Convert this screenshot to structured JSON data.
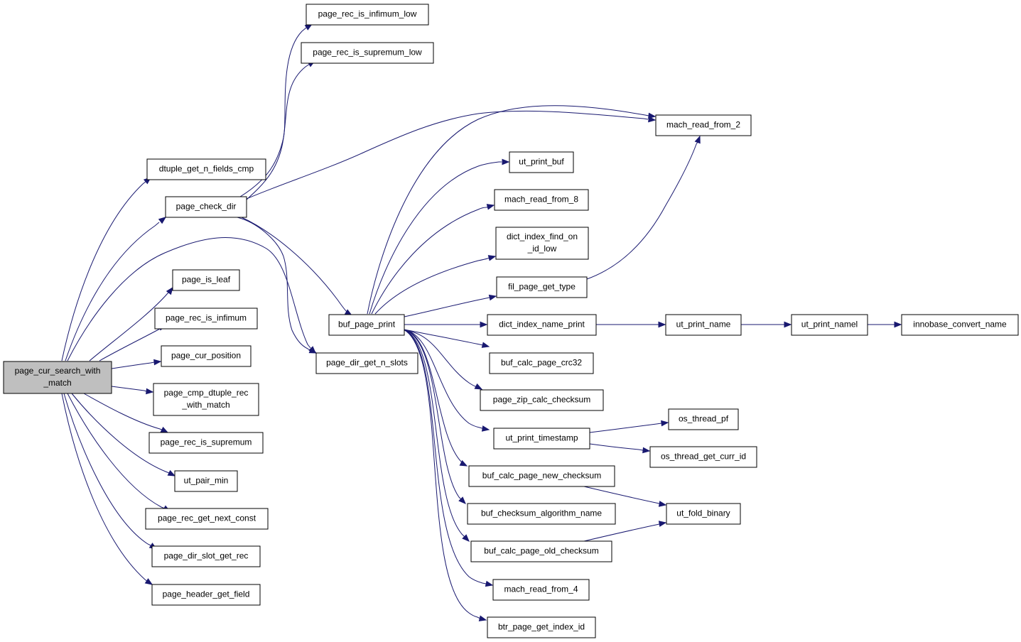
{
  "diagram": {
    "type": "call-graph",
    "root": "page_cur_search_with_match",
    "nodes": [
      {
        "id": "page_cur_search_with_match",
        "lines": [
          "page_cur_search_with",
          "_match"
        ],
        "root": true
      },
      {
        "id": "dtuple_get_n_fields_cmp",
        "lines": [
          "dtuple_get_n_fields_cmp"
        ]
      },
      {
        "id": "page_check_dir",
        "lines": [
          "page_check_dir"
        ]
      },
      {
        "id": "page_is_leaf",
        "lines": [
          "page_is_leaf"
        ]
      },
      {
        "id": "page_rec_is_infimum",
        "lines": [
          "page_rec_is_infimum"
        ]
      },
      {
        "id": "page_cur_position",
        "lines": [
          "page_cur_position"
        ]
      },
      {
        "id": "page_cmp_dtuple_rec_with_match",
        "lines": [
          "page_cmp_dtuple_rec",
          "_with_match"
        ]
      },
      {
        "id": "page_rec_is_supremum",
        "lines": [
          "page_rec_is_supremum"
        ]
      },
      {
        "id": "ut_pair_min",
        "lines": [
          "ut_pair_min"
        ]
      },
      {
        "id": "page_rec_get_next_const",
        "lines": [
          "page_rec_get_next_const"
        ]
      },
      {
        "id": "page_dir_slot_get_rec",
        "lines": [
          "page_dir_slot_get_rec"
        ]
      },
      {
        "id": "page_header_get_field",
        "lines": [
          "page_header_get_field"
        ]
      },
      {
        "id": "page_rec_is_infimum_low",
        "lines": [
          "page_rec_is_infimum_low"
        ]
      },
      {
        "id": "page_rec_is_supremum_low",
        "lines": [
          "page_rec_is_supremum_low"
        ]
      },
      {
        "id": "buf_page_print",
        "lines": [
          "buf_page_print"
        ]
      },
      {
        "id": "page_dir_get_n_slots",
        "lines": [
          "page_dir_get_n_slots"
        ]
      },
      {
        "id": "mach_read_from_2",
        "lines": [
          "mach_read_from_2"
        ]
      },
      {
        "id": "ut_print_buf",
        "lines": [
          "ut_print_buf"
        ]
      },
      {
        "id": "mach_read_from_8",
        "lines": [
          "mach_read_from_8"
        ]
      },
      {
        "id": "dict_index_find_on_id_low",
        "lines": [
          "dict_index_find_on",
          "_id_low"
        ]
      },
      {
        "id": "fil_page_get_type",
        "lines": [
          "fil_page_get_type"
        ]
      },
      {
        "id": "dict_index_name_print",
        "lines": [
          "dict_index_name_print"
        ]
      },
      {
        "id": "buf_calc_page_crc32",
        "lines": [
          "buf_calc_page_crc32"
        ]
      },
      {
        "id": "page_zip_calc_checksum",
        "lines": [
          "page_zip_calc_checksum"
        ]
      },
      {
        "id": "ut_print_timestamp",
        "lines": [
          "ut_print_timestamp"
        ]
      },
      {
        "id": "buf_calc_page_new_checksum",
        "lines": [
          "buf_calc_page_new_checksum"
        ]
      },
      {
        "id": "buf_checksum_algorithm_name",
        "lines": [
          "buf_checksum_algorithm_name"
        ]
      },
      {
        "id": "buf_calc_page_old_checksum",
        "lines": [
          "buf_calc_page_old_checksum"
        ]
      },
      {
        "id": "mach_read_from_4",
        "lines": [
          "mach_read_from_4"
        ]
      },
      {
        "id": "btr_page_get_index_id",
        "lines": [
          "btr_page_get_index_id"
        ]
      },
      {
        "id": "ut_print_name",
        "lines": [
          "ut_print_name"
        ]
      },
      {
        "id": "ut_print_namel",
        "lines": [
          "ut_print_namel"
        ]
      },
      {
        "id": "innobase_convert_name",
        "lines": [
          "innobase_convert_name"
        ]
      },
      {
        "id": "os_thread_pf",
        "lines": [
          "os_thread_pf"
        ]
      },
      {
        "id": "os_thread_get_curr_id",
        "lines": [
          "os_thread_get_curr_id"
        ]
      },
      {
        "id": "ut_fold_binary",
        "lines": [
          "ut_fold_binary"
        ]
      }
    ],
    "edges": [
      {
        "from": "page_cur_search_with_match",
        "to": "dtuple_get_n_fields_cmp"
      },
      {
        "from": "page_cur_search_with_match",
        "to": "page_check_dir"
      },
      {
        "from": "page_cur_search_with_match",
        "to": "page_dir_get_n_slots"
      },
      {
        "from": "page_cur_search_with_match",
        "to": "page_is_leaf"
      },
      {
        "from": "page_cur_search_with_match",
        "to": "page_rec_is_infimum"
      },
      {
        "from": "page_cur_search_with_match",
        "to": "page_cur_position"
      },
      {
        "from": "page_cur_search_with_match",
        "to": "page_cmp_dtuple_rec_with_match"
      },
      {
        "from": "page_cur_search_with_match",
        "to": "page_rec_is_supremum"
      },
      {
        "from": "page_cur_search_with_match",
        "to": "ut_pair_min"
      },
      {
        "from": "page_cur_search_with_match",
        "to": "page_rec_get_next_const"
      },
      {
        "from": "page_cur_search_with_match",
        "to": "page_dir_slot_get_rec"
      },
      {
        "from": "page_cur_search_with_match",
        "to": "page_header_get_field"
      },
      {
        "from": "page_check_dir",
        "to": "page_rec_is_infimum_low"
      },
      {
        "from": "page_check_dir",
        "to": "page_rec_is_supremum_low"
      },
      {
        "from": "page_check_dir",
        "to": "mach_read_from_2"
      },
      {
        "from": "page_check_dir",
        "to": "buf_page_print"
      },
      {
        "from": "page_check_dir",
        "to": "page_dir_get_n_slots"
      },
      {
        "from": "buf_page_print",
        "to": "mach_read_from_2"
      },
      {
        "from": "buf_page_print",
        "to": "ut_print_buf"
      },
      {
        "from": "buf_page_print",
        "to": "mach_read_from_8"
      },
      {
        "from": "buf_page_print",
        "to": "dict_index_find_on_id_low"
      },
      {
        "from": "buf_page_print",
        "to": "fil_page_get_type"
      },
      {
        "from": "buf_page_print",
        "to": "dict_index_name_print"
      },
      {
        "from": "buf_page_print",
        "to": "buf_calc_page_crc32"
      },
      {
        "from": "buf_page_print",
        "to": "page_zip_calc_checksum"
      },
      {
        "from": "buf_page_print",
        "to": "ut_print_timestamp"
      },
      {
        "from": "buf_page_print",
        "to": "buf_calc_page_new_checksum"
      },
      {
        "from": "buf_page_print",
        "to": "buf_checksum_algorithm_name"
      },
      {
        "from": "buf_page_print",
        "to": "buf_calc_page_old_checksum"
      },
      {
        "from": "buf_page_print",
        "to": "mach_read_from_4"
      },
      {
        "from": "buf_page_print",
        "to": "btr_page_get_index_id"
      },
      {
        "from": "fil_page_get_type",
        "to": "mach_read_from_2"
      },
      {
        "from": "dict_index_name_print",
        "to": "ut_print_name"
      },
      {
        "from": "ut_print_name",
        "to": "ut_print_namel"
      },
      {
        "from": "ut_print_namel",
        "to": "innobase_convert_name"
      },
      {
        "from": "ut_print_timestamp",
        "to": "os_thread_pf"
      },
      {
        "from": "ut_print_timestamp",
        "to": "os_thread_get_curr_id"
      },
      {
        "from": "buf_calc_page_new_checksum",
        "to": "ut_fold_binary"
      },
      {
        "from": "buf_calc_page_old_checksum",
        "to": "ut_fold_binary"
      }
    ]
  },
  "colors": {
    "edge": "#191970",
    "root_fill": "#bfbfbf",
    "node_fill": "#ffffff",
    "node_border": "#000000"
  }
}
